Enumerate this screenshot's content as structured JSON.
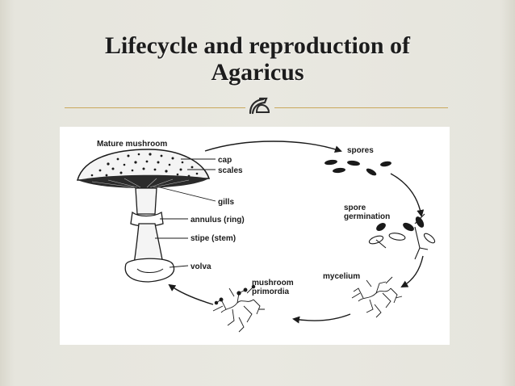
{
  "slide": {
    "title_line1": "Lifecycle and reproduction of",
    "title_line2": "Agaricus"
  },
  "diagram": {
    "labels": {
      "mature_mushroom": "Mature mushroom",
      "cap": "cap",
      "scales": "scales",
      "gills": "gills",
      "annulus": "annulus (ring)",
      "stipe": "stipe (stem)",
      "volva": "volva",
      "spores": "spores",
      "spore_germination_1": "spore",
      "spore_germination_2": "germination",
      "mycelium": "mycelium",
      "primordia_1": "mushroom",
      "primordia_2": "primordia"
    },
    "colors": {
      "accent_rule": "#c9a85c",
      "ink": "#1a1a1a"
    },
    "icons": [
      "ornament-icon"
    ]
  }
}
